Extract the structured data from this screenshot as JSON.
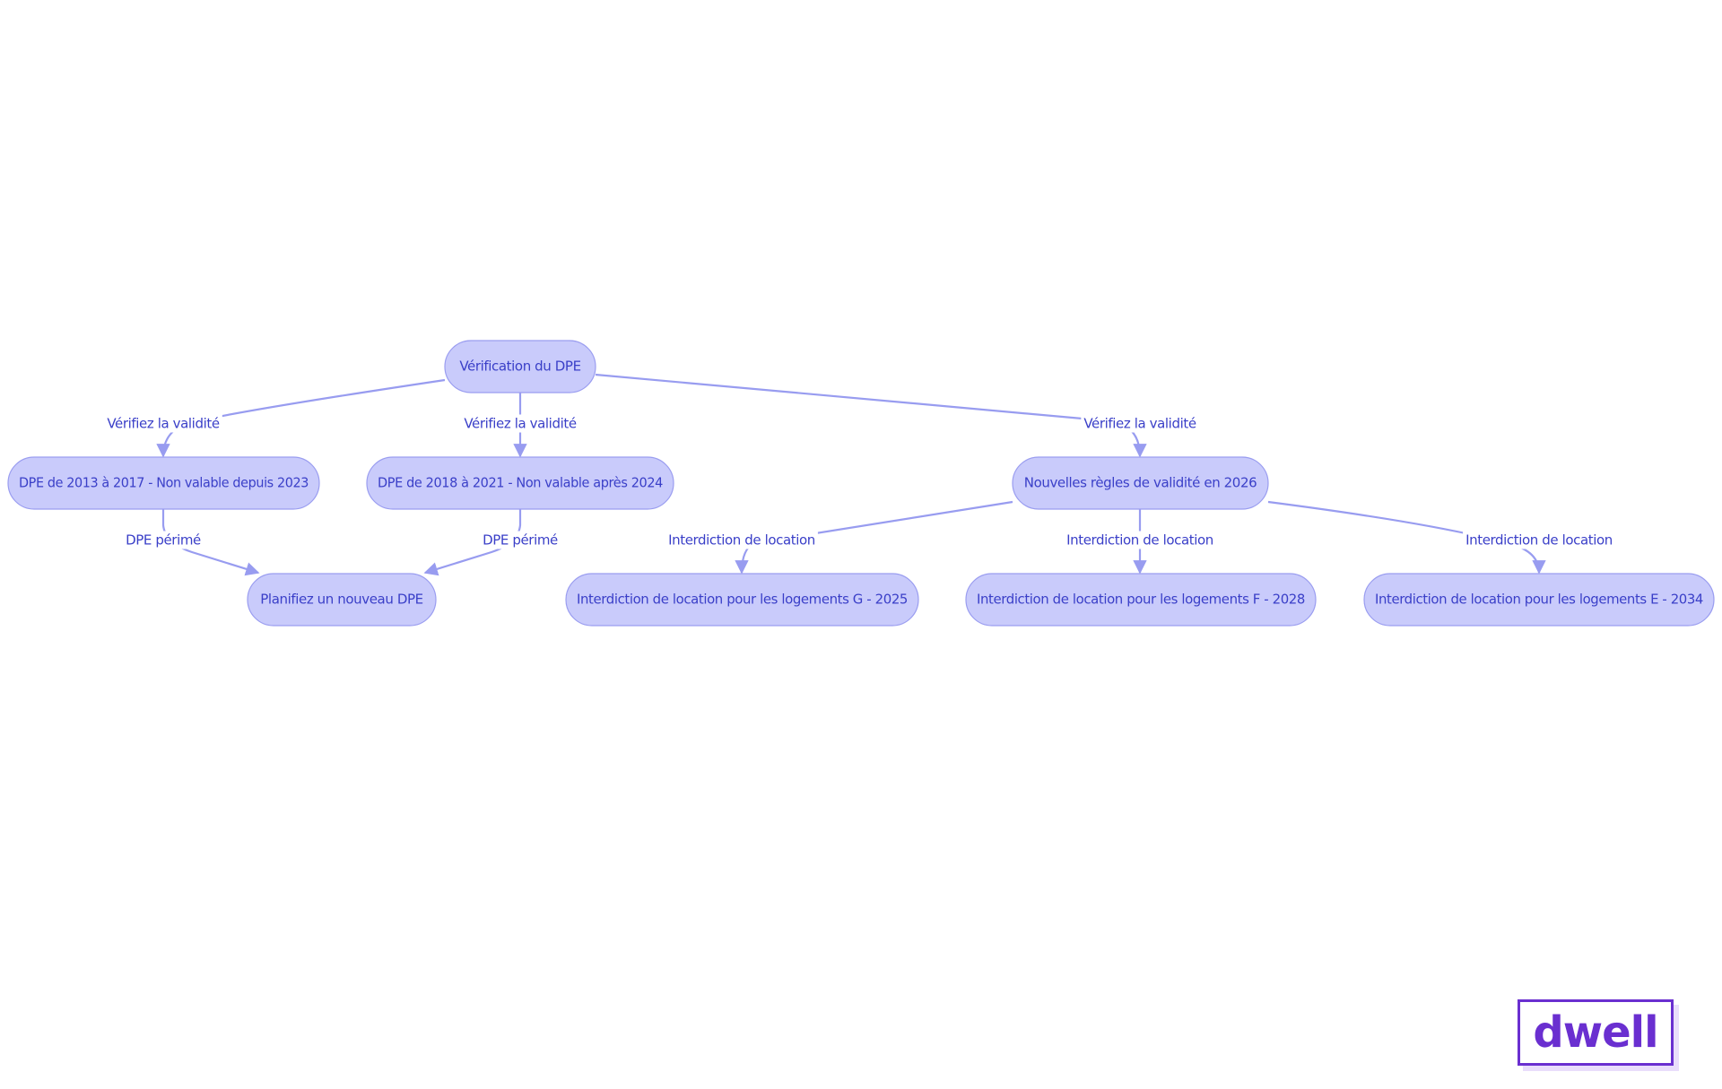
{
  "diagram": {
    "nodes": [
      {
        "id": "n_root",
        "label": "Vérification du DPE"
      },
      {
        "id": "n_2013",
        "label": "DPE de 2013 à 2017 - Non valable depuis 2023"
      },
      {
        "id": "n_2018",
        "label": "DPE de 2018 à 2021 - Non valable après 2024"
      },
      {
        "id": "n_2026",
        "label": "Nouvelles règles de validité en 2026"
      },
      {
        "id": "n_plan",
        "label": "Planifiez un nouveau DPE"
      },
      {
        "id": "n_g",
        "label": "Interdiction de location pour les logements G - 2025"
      },
      {
        "id": "n_f",
        "label": "Interdiction de location pour les logements F - 2028"
      },
      {
        "id": "n_e",
        "label": "Interdiction de location pour les logements E - 2034"
      }
    ],
    "edges": [
      {
        "from": "n_root",
        "to": "n_2013",
        "label": "Vérifiez la validité"
      },
      {
        "from": "n_root",
        "to": "n_2018",
        "label": "Vérifiez la validité"
      },
      {
        "from": "n_root",
        "to": "n_2026",
        "label": "Vérifiez la validité"
      },
      {
        "from": "n_2013",
        "to": "n_plan",
        "label": "DPE périmé"
      },
      {
        "from": "n_2018",
        "to": "n_plan",
        "label": "DPE périmé"
      },
      {
        "from": "n_2026",
        "to": "n_g",
        "label": "Interdiction de location"
      },
      {
        "from": "n_2026",
        "to": "n_f",
        "label": "Interdiction de location"
      },
      {
        "from": "n_2026",
        "to": "n_e",
        "label": "Interdiction de location"
      }
    ]
  },
  "logo": {
    "text": "dwell"
  },
  "colors": {
    "node_fill": "#c9cbfb",
    "node_stroke": "#9a9df0",
    "text": "#3a3fc8",
    "edge": "#989cf0",
    "logo": "#6a2fd0"
  }
}
